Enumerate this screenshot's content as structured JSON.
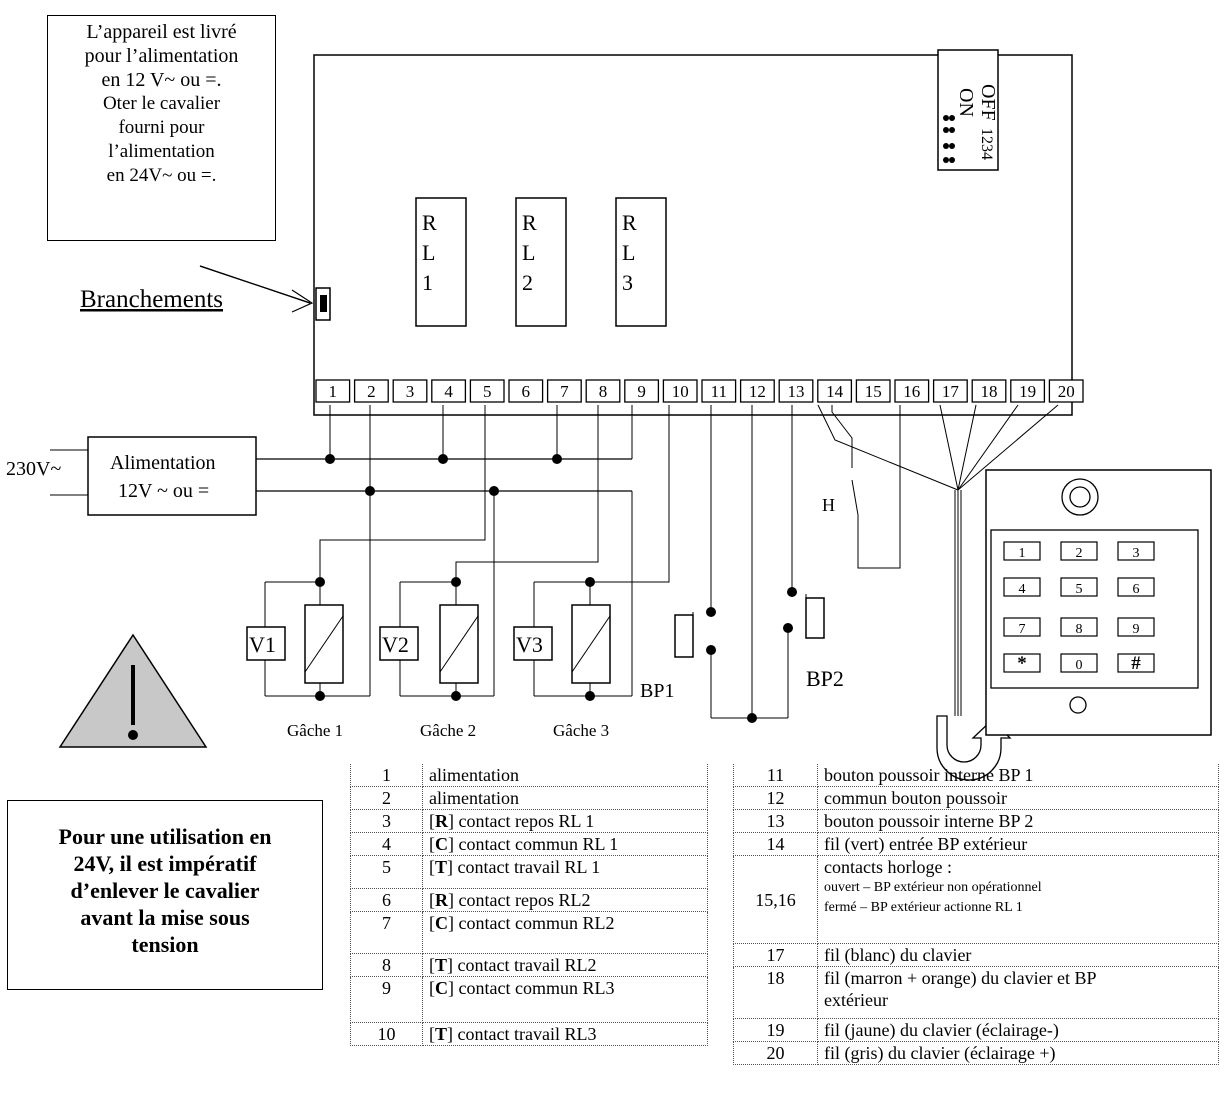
{
  "note_lines": [
    "L’appareil est livré",
    "pour l’alimentation",
    "en 12 V~ ou =.",
    "Oter le cavalier",
    "fourni pour",
    "l’alimentation",
    "en 24V~ ou =."
  ],
  "branchements": "Branchements",
  "relays": [
    [
      "R",
      "L",
      "1"
    ],
    [
      "R",
      "L",
      "2"
    ],
    [
      "R",
      "L",
      "3"
    ]
  ],
  "dip": {
    "on": "ON",
    "off": "OFF",
    "nums": "1234"
  },
  "terminals": [
    "1",
    "2",
    "3",
    "4",
    "5",
    "6",
    "7",
    "8",
    "9",
    "10",
    "11",
    "12",
    "13",
    "14",
    "15",
    "16",
    "17",
    "18",
    "19",
    "20"
  ],
  "supply": {
    "input": "230V~",
    "line1": "Alimentation",
    "line2": "12V ~ ou ="
  },
  "loads": {
    "v1": "V1",
    "v2": "V2",
    "v3": "V3",
    "g1": "Gâche 1",
    "g2": "Gâche 2",
    "g3": "Gâche 3"
  },
  "bp1": "BP1",
  "bp2": "BP2",
  "h": "H",
  "keypad": [
    "1",
    "2",
    "3",
    "4",
    "5",
    "6",
    "7",
    "8",
    "9",
    "*",
    "0",
    "#"
  ],
  "warning_lines": [
    "Pour une utilisation en",
    "24V, il est impératif",
    "d’enlever le cavalier",
    "avant la mise sous",
    "tension"
  ],
  "table_left": [
    {
      "n": "1",
      "pre": "",
      "b": "",
      "t": "alimentation"
    },
    {
      "n": "2",
      "pre": "",
      "b": "",
      "t": "alimentation"
    },
    {
      "n": "3",
      "pre": "[",
      "b": "R",
      "t": "] contact repos RL 1"
    },
    {
      "n": "4",
      "pre": "[",
      "b": "C",
      "t": "] contact commun RL 1"
    },
    {
      "n": "5",
      "pre": "[",
      "b": "T",
      "t": "] contact travail RL 1"
    },
    {
      "n": "6",
      "pre": "[",
      "b": "R",
      "t": "] contact repos RL2"
    },
    {
      "n": "7",
      "pre": "[",
      "b": "C",
      "t": "] contact commun RL2"
    },
    {
      "n": "8",
      "pre": "[",
      "b": "T",
      "t": "] contact travail RL2"
    },
    {
      "n": "9",
      "pre": "[",
      "b": "C",
      "t": "] contact commun RL3"
    },
    {
      "n": "10",
      "pre": "[",
      "b": "T",
      "t": "] contact travail RL3"
    }
  ],
  "table_right": {
    "r11": {
      "n": "11",
      "t": "bouton poussoir interne BP 1"
    },
    "r12": {
      "n": "12",
      "t": "commun bouton poussoir"
    },
    "r13": {
      "n": "13",
      "t": "bouton poussoir interne BP 2"
    },
    "r14": {
      "n": "14",
      "t": "fil (vert) entrée BP extérieur"
    },
    "r15": {
      "n": "15,16",
      "t": "contacts horloge :",
      "s1": "ouvert – BP extérieur non opérationnel",
      "s2": "fermé  – BP extérieur actionne RL 1"
    },
    "r17": {
      "n": "17",
      "t": "fil (blanc) du clavier"
    },
    "r18": {
      "n": "18",
      "t": "fil (marron + orange) du clavier et BP",
      "t2": "extérieur"
    },
    "r19": {
      "n": "19",
      "t": "fil (jaune) du clavier (éclairage-)"
    },
    "r20": {
      "n": "20",
      "t": "fil (gris) du clavier (éclairage +)"
    }
  }
}
